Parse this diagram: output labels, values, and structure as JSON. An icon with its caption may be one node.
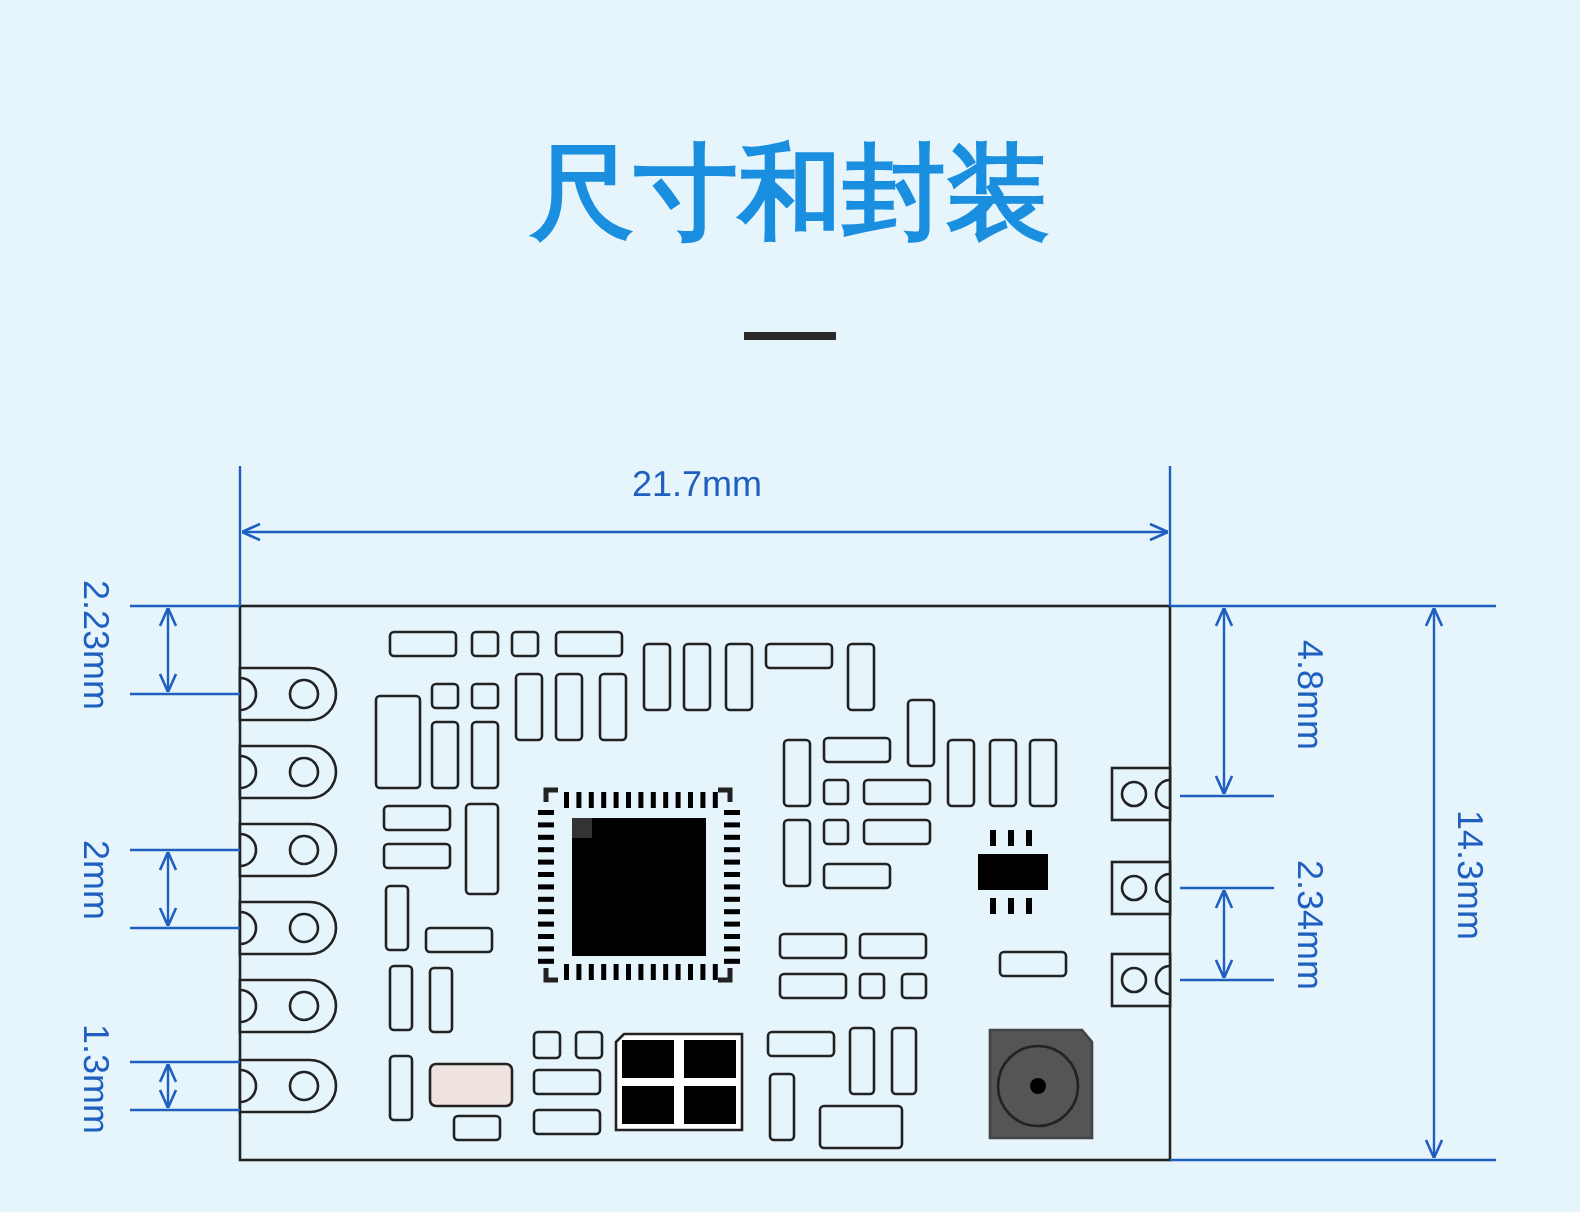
{
  "diagram": {
    "title": "尺寸和封装",
    "labels": [
      "21.7mm",
      "2.23mm",
      "2mm",
      "1.3mm",
      "4.8mm",
      "2.34mm",
      "14.3mm"
    ]
  }
}
